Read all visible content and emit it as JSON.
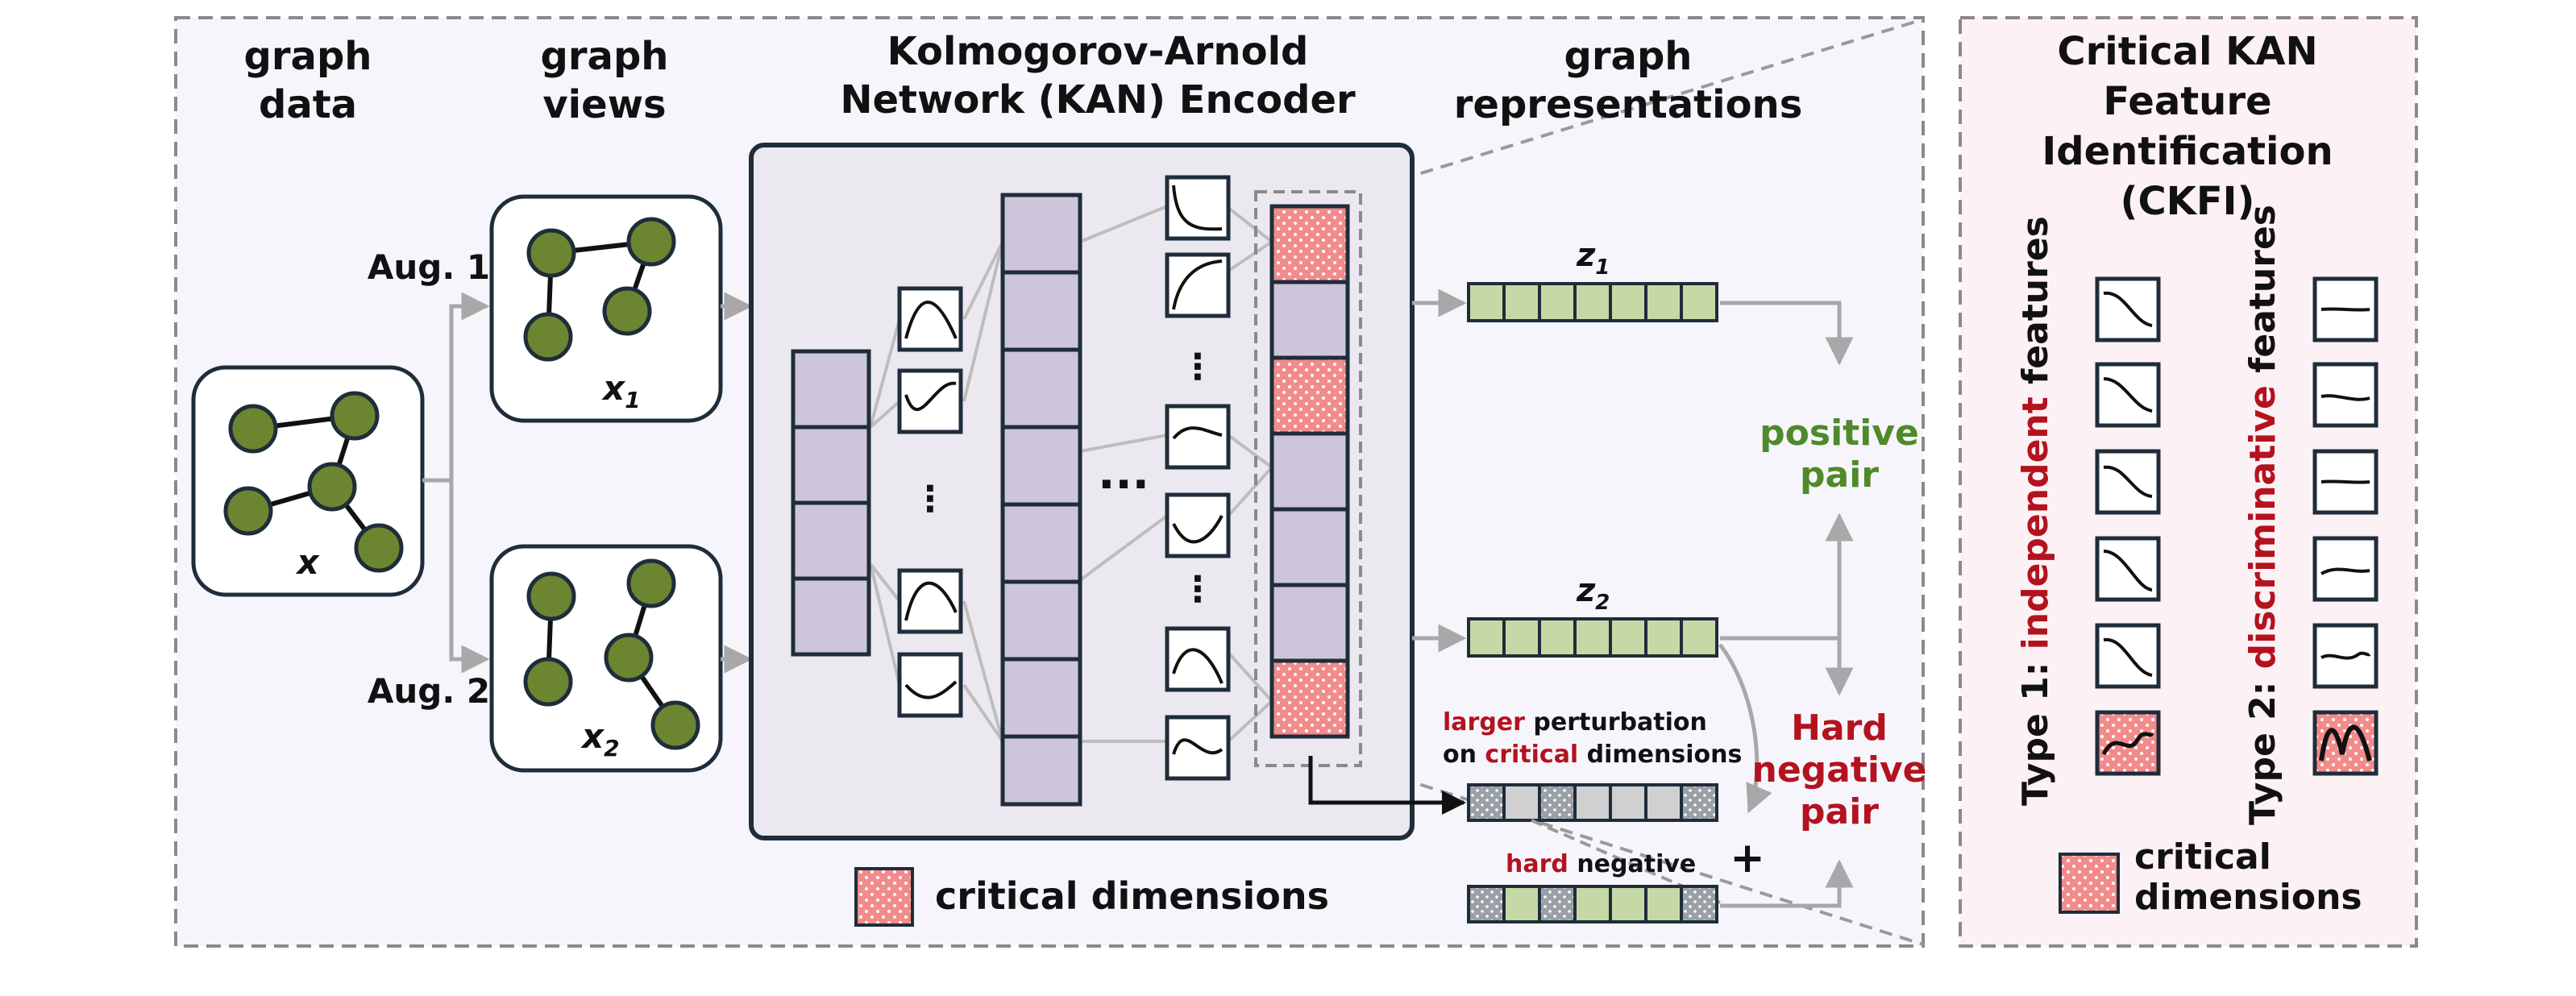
{
  "headings": {
    "graph_data_1": "graph",
    "graph_data_2": "data",
    "graph_views_1": "graph",
    "graph_views_2": "views",
    "encoder_1": "Kolmogorov-Arnold",
    "encoder_2": "Network (KAN) Encoder",
    "reps_1": "graph",
    "reps_2": "representations"
  },
  "input": {
    "label": "x"
  },
  "views": {
    "aug1": "Aug. 1",
    "aug2": "Aug. 2",
    "x1_base": "x",
    "x1_sub": "1",
    "x2_base": "x",
    "x2_sub": "2"
  },
  "encoder": {
    "dots_v": "⋮",
    "dots_h": "···"
  },
  "reps": {
    "z1_base": "z",
    "z1_sub": "1",
    "z2_base": "z",
    "z2_sub": "2",
    "positive_1": "positive",
    "positive_2": "pair",
    "hard_neg_1": "Hard",
    "hard_neg_2": "negative",
    "hard_neg_3": "pair",
    "perturb_w1": "larger",
    "perturb_w2": " perturbation",
    "perturb_w3": "on ",
    "perturb_w4": "critical",
    "perturb_w5": " dimensions",
    "hardneg_w1": "hard",
    "hardneg_w2": " negative",
    "plus": "+"
  },
  "legend": {
    "critical": "critical dimensions"
  },
  "ckfi": {
    "title_1": "Critical KAN",
    "title_2": "Feature",
    "title_3": "Identification",
    "title_4": "(CKFI)",
    "type1_a": "Type 1: ",
    "type1_b": "independent",
    "type1_c": " features",
    "type2_a": "Type 2: ",
    "type2_b": "discriminative",
    "type2_c": " features",
    "legend_1": "critical",
    "legend_2": "dimensions"
  },
  "colors": {
    "node_fill": "#6b8530",
    "cell_purple": "#cdc5d9",
    "cell_green": "#c6d8a6",
    "cell_gray": "#d0d0d0",
    "critical_fill": "#f28b8b",
    "accent_red": "#b3121f",
    "accent_green": "#4e8a2a",
    "main_panel": "#f7f5fc",
    "ckfi_panel": "#fcf1f5",
    "encoder_panel": "#ebe8f0"
  }
}
